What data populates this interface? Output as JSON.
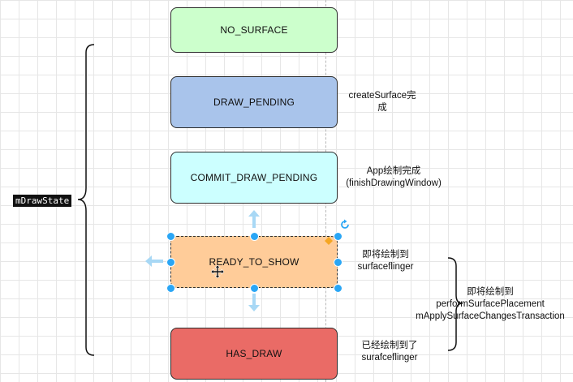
{
  "diagram": {
    "bracket_label": "mDrawState",
    "states": [
      {
        "id": "no_surface",
        "label": "NO_SURFACE",
        "fill": "#ccffcc"
      },
      {
        "id": "draw_pending",
        "label": "DRAW_PENDING",
        "fill": "#a9c4eb"
      },
      {
        "id": "commit_draw_pending",
        "label": "COMMIT_DRAW_PENDING",
        "fill": "#ccffff"
      },
      {
        "id": "ready_to_show",
        "label": "READY_TO_SHOW",
        "fill": "#ffcc99",
        "selected": true
      },
      {
        "id": "has_draw",
        "label": "HAS_DRAW",
        "fill": "#ea6b66"
      }
    ],
    "notes": {
      "draw_pending": [
        "createSurface完",
        "成"
      ],
      "commit_draw_pending": [
        "App绘制完成",
        "(finishDrawingWindow)"
      ],
      "ready_to_show": [
        "即将绘制到",
        "surfaceflinger"
      ],
      "has_draw": [
        "已经绘制到了",
        "surafceflinger"
      ],
      "right_group": [
        "即将绘制到",
        "performSurfacePlacement",
        "mApplySurfaceChangesTransaction"
      ]
    },
    "colors": {
      "selection": "#2aa6f5",
      "arrow_hint": "#a8d8f5",
      "rotate_icon": "#2aa6f5",
      "diamond_handle": "#f5a623"
    }
  }
}
